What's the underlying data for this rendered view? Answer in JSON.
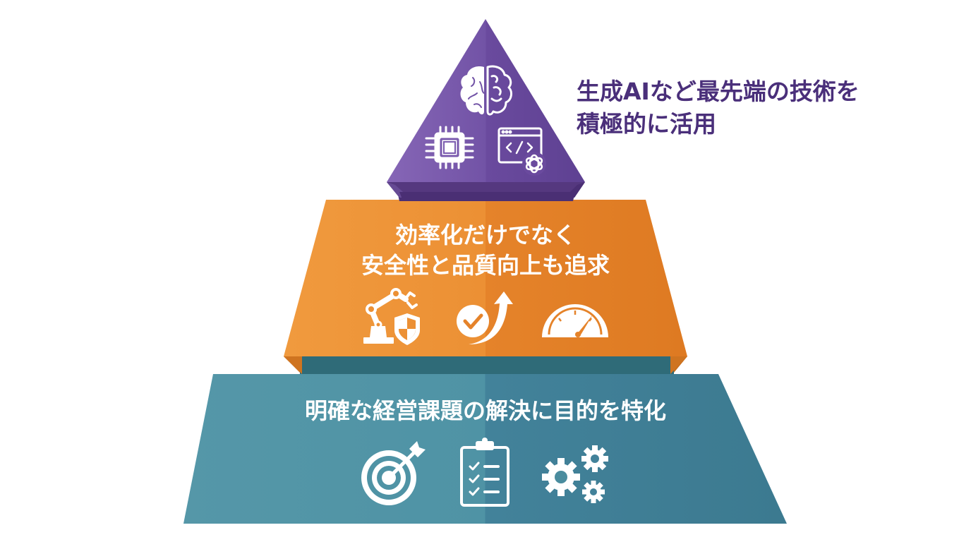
{
  "diagram": {
    "type": "pyramid",
    "tiers": [
      {
        "level": 1,
        "position": "top",
        "color": "#6a4c9c",
        "shade_color": "#4f3379",
        "label_lines": [
          "生成AIなど最先端の技術を",
          "積極的に活用"
        ],
        "label_position": "right-outside",
        "icons": [
          "brain-icon",
          "cpu-chip-icon",
          "code-window-icon",
          "openai-logo-icon"
        ]
      },
      {
        "level": 2,
        "position": "middle",
        "color": "#e8862e",
        "shade_color": "#c96f1c",
        "label_lines": [
          "効率化だけでなく",
          "安全性と品質向上も追求"
        ],
        "label_position": "inside",
        "icons": [
          "robot-arm-icon",
          "shield-icon",
          "check-growth-icon",
          "speedometer-icon"
        ]
      },
      {
        "level": 3,
        "position": "bottom",
        "color": "#4a8c9e",
        "shade_color": "#2f6b78",
        "label_lines": [
          "明確な経営課題の解決に目的を特化"
        ],
        "label_position": "inside",
        "icons": [
          "target-arrow-icon",
          "clipboard-checklist-icon",
          "gears-icon"
        ]
      }
    ]
  },
  "top": {
    "line1": "生成AIなど最先端の技術を",
    "line2": "積極的に活用"
  },
  "middle": {
    "line1": "効率化だけでなく",
    "line2": "安全性と品質向上も追求"
  },
  "bottom": {
    "line1": "明確な経営課題の解決に目的を特化"
  }
}
